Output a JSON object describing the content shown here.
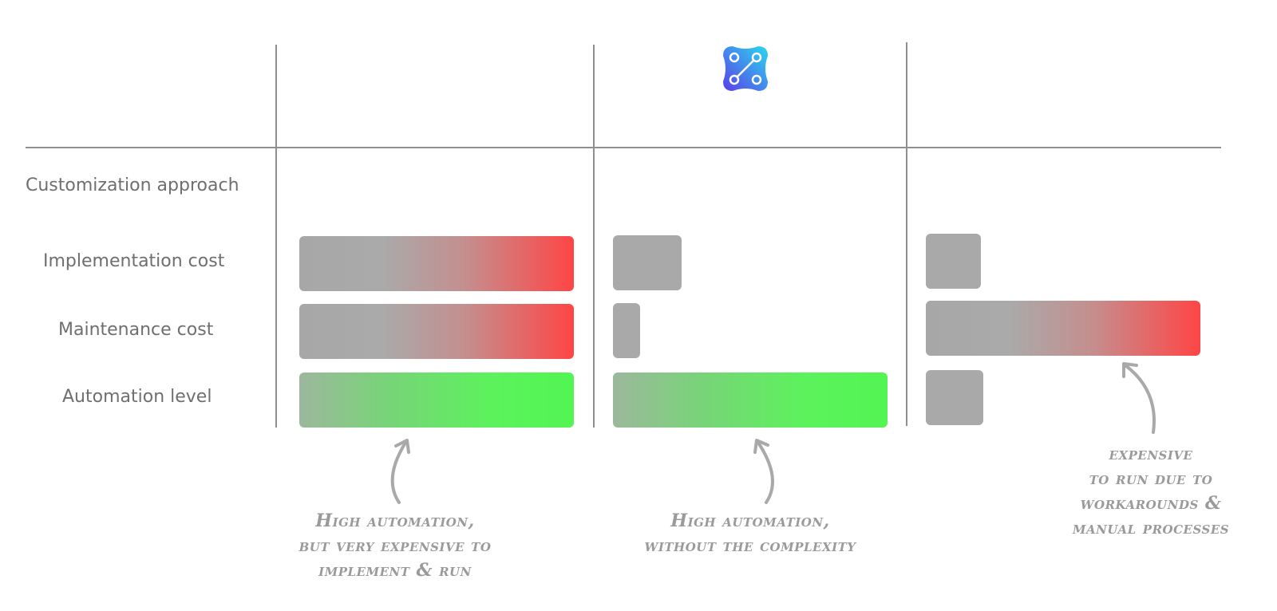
{
  "rows": {
    "customization": "Customization approach",
    "implementation": "Implementation cost",
    "maintenance": "Maintenance cost",
    "automation": "Automation level"
  },
  "logo": {
    "name": "workflow-nodes-logo",
    "colors": [
      "#5b3ee8",
      "#2ad8f0"
    ]
  },
  "columns": [
    {
      "implementation_cost": 1.0,
      "maintenance_cost": 1.0,
      "automation_level": 1.0
    },
    {
      "implementation_cost": 0.25,
      "maintenance_cost": 0.1,
      "automation_level": 1.0
    },
    {
      "implementation_cost": 0.2,
      "maintenance_cost": 1.0,
      "automation_level": 0.21
    }
  ],
  "notes": {
    "left": [
      "High automation,",
      "but very expensive to",
      "implement & run"
    ],
    "middle": [
      "High automation,",
      "without the complexity"
    ],
    "right": [
      "expensive",
      "to run due to",
      "workarounds &",
      "manual processes"
    ]
  },
  "colors": {
    "cost_high": "#ff4545",
    "automation_high": "#52f552",
    "neutral": "#a9a9a9",
    "grid": "#8f8f8f"
  }
}
